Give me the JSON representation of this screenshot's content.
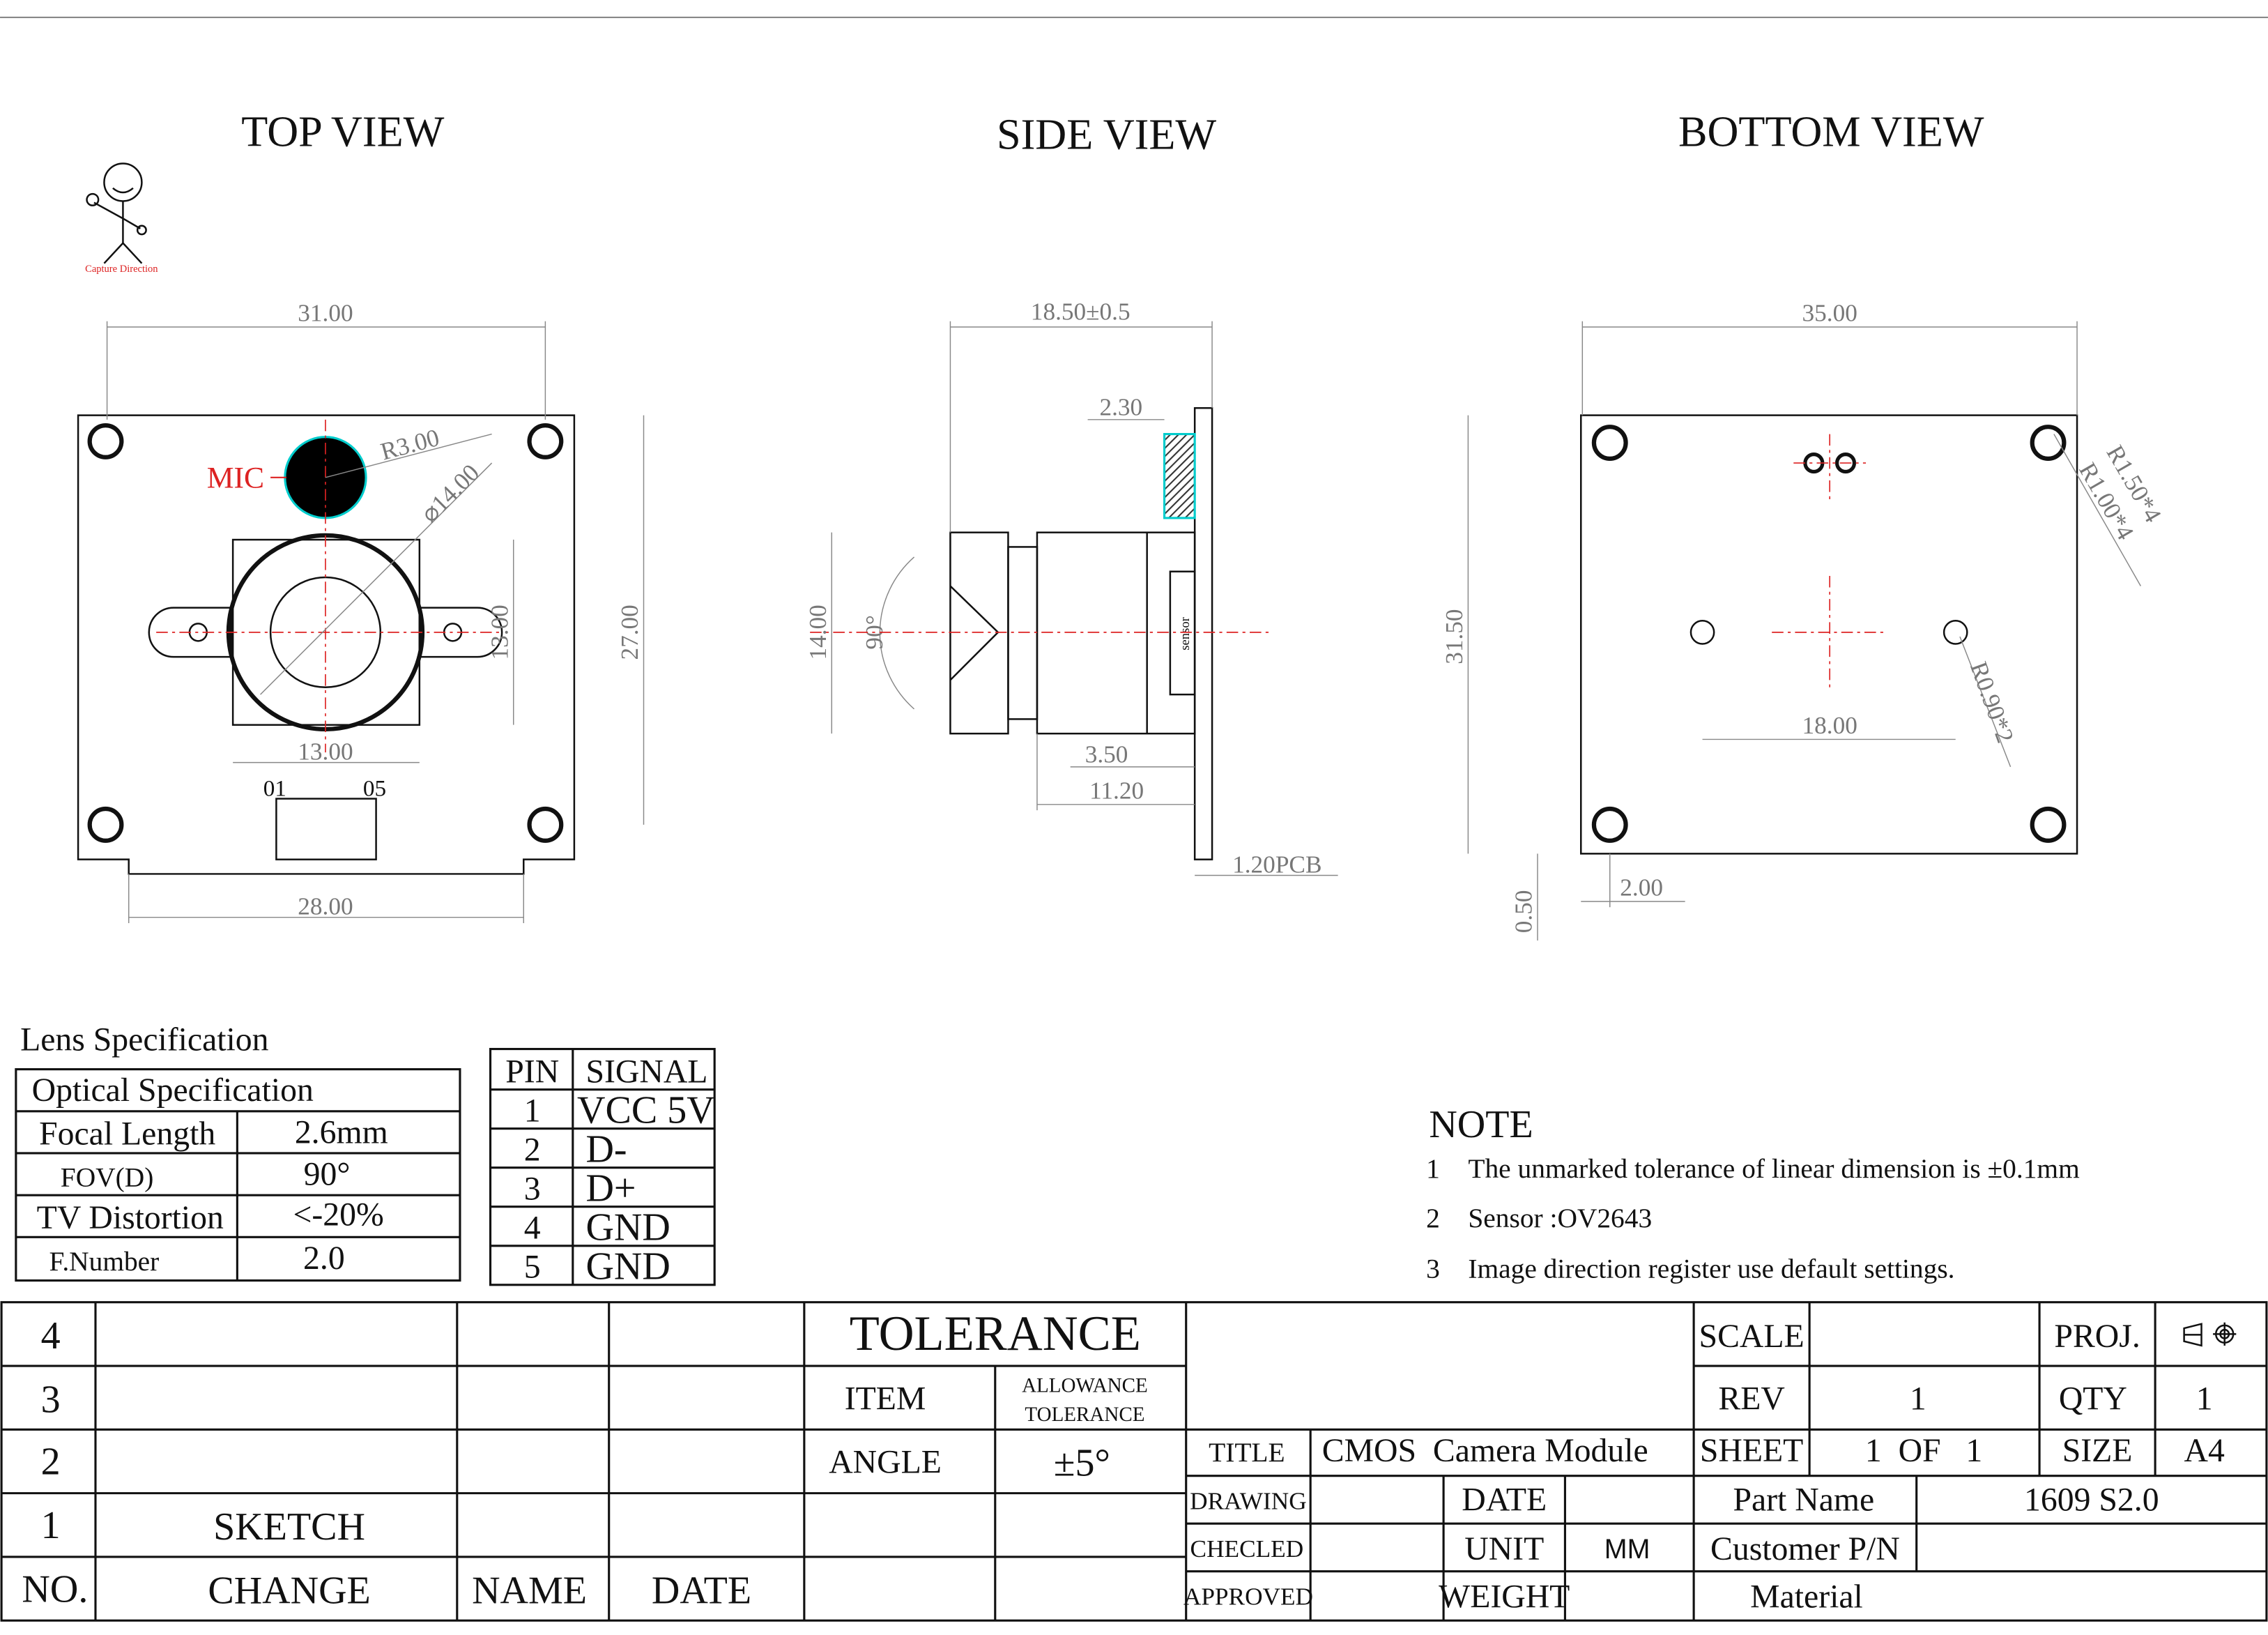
{
  "views": {
    "top": "TOP VIEW",
    "side": "SIDE VIEW",
    "bottom": "BOTTOM VIEW"
  },
  "logo": {
    "caption": "Capture Direction"
  },
  "top_view": {
    "width": "31.00",
    "mic": "MIC",
    "radius": "R3.00",
    "diameter": "⌀14.00",
    "lens_w": "13.00",
    "lens_h": "13.00",
    "height": "27.00",
    "conn_left": "01",
    "conn_right": "05",
    "bottom_w": "28.00"
  },
  "side_view": {
    "length": "18.50±0.5",
    "sensor_t": "2.30",
    "lens_h": "14.00",
    "fov": "90°",
    "sensor": "sensor",
    "d1": "3.50",
    "d2": "11.20",
    "pcb": "1.20PCB"
  },
  "bottom_view": {
    "width": "35.00",
    "height": "31.50",
    "r1": "R1.50*4",
    "r2": "R1.00*4",
    "r3": "R0.90*2",
    "hole_span": "18.00",
    "edge": "2.00",
    "offset": "0.50"
  },
  "lens_spec": {
    "title": "Lens Specification",
    "header": "Optical Specification",
    "rows": [
      {
        "k": "Focal Length",
        "v": "2.6mm"
      },
      {
        "k": "FOV(D)",
        "v": "90°"
      },
      {
        "k": "TV Distortion",
        "v": "<-20%"
      },
      {
        "k": "F.Number",
        "v": "2.0"
      }
    ]
  },
  "pins": {
    "h1": "PIN",
    "h2": "SIGNAL",
    "rows": [
      {
        "p": "1",
        "s": "VCC 5V"
      },
      {
        "p": "2",
        "s": "D-"
      },
      {
        "p": "3",
        "s": "D+"
      },
      {
        "p": "4",
        "s": "GND"
      },
      {
        "p": "5",
        "s": "GND"
      }
    ]
  },
  "note": {
    "title": "NOTE",
    "items": [
      {
        "n": "1",
        "t": "The unmarked tolerance of linear dimension is ±0.1mm"
      },
      {
        "n": "2",
        "t": "Sensor :OV2643"
      },
      {
        "n": "3",
        "t": "Image direction register use default settings."
      }
    ]
  },
  "revisions": {
    "rows": [
      "4",
      "3",
      "2",
      "1"
    ],
    "change1": "SKETCH",
    "h_no": "NO.",
    "h_change": "CHANGE",
    "h_name": "NAME",
    "h_date": "DATE"
  },
  "tolerance": {
    "title": "TOLERANCE",
    "item": "ITEM",
    "allow1": "ALLOWANCE",
    "allow2": "TOLERANCE",
    "angle": "ANGLE",
    "angle_val": "±5°"
  },
  "title_block": {
    "scale": "SCALE",
    "proj": "PROJ.",
    "rev": "REV",
    "rev_val": "1",
    "qty": "QTY",
    "qty_val": "1",
    "title": "TITLE",
    "title_val": "CMOS  Camera Module",
    "sheet": "SHEET",
    "sheet_val": "1  OF   1",
    "size": "SIZE",
    "size_val": "A4",
    "drawing": "DRAWING",
    "date": "DATE",
    "part_name": "Part Name",
    "part_val": "1609 S2.0",
    "checked": "CHECLED",
    "unit": "UNIT",
    "unit_val": "MM",
    "customer": "Customer P/N",
    "approved": "APPROVED",
    "weight": "WEIGHT",
    "material": "Material"
  }
}
